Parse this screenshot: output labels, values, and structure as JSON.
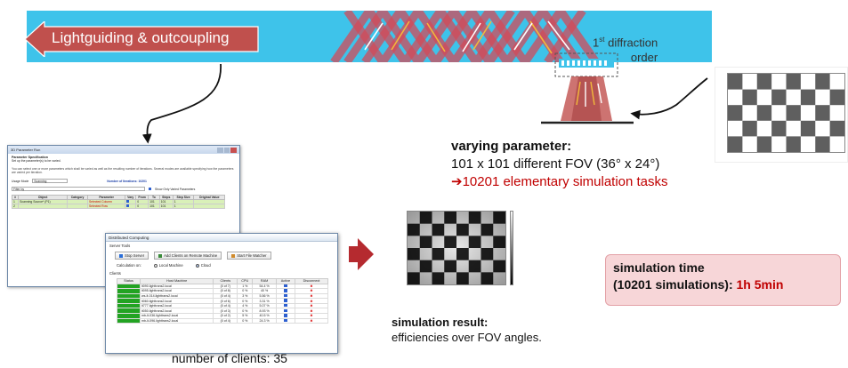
{
  "banner": {
    "label": "Lightguiding & outcoupling",
    "order_sup": "st",
    "order_num": "1",
    "order_line1": "diffraction",
    "order_line2": "order"
  },
  "parameter": {
    "title": "varying parameter:",
    "line1": "101 x 101 different FOV (36° x 24°)",
    "line2": "➔10201 elementary simulation tasks"
  },
  "result": {
    "title": "simulation result:",
    "subtitle": "efficiencies over FOV angles."
  },
  "simulation_time": {
    "line1": "simulation time",
    "line2_prefix": "(10201 simulations): ",
    "line2_value": "1h 5min"
  },
  "clients_caption": "number of clients: 35",
  "parameter_window": {
    "title": "3D Parameter Run",
    "section_title": "Parameter Specification",
    "section_sub": "Set up the parameter(s) to be varied.",
    "info_text": "You can select one or more parameters which shall be varied as well as the resulting number of iterations. Several modes are available specifying how the parameters are varied per iteration.",
    "usage_mode_label": "Usage Mode",
    "usage_mode_value": "Scanning",
    "iterations_label": "Number of Iterations: 10201",
    "filter_placeholder": "Filter by",
    "show_varied_label": "Show Only Varied Parameters",
    "columns": [
      "#",
      "Object",
      "Category",
      "Parameter",
      "Vary",
      "From",
      "To",
      "Steps",
      "Step Size",
      "Original Value"
    ],
    "rows": [
      [
        "1",
        "Scanning Source* (P1)",
        "",
        "Selected Column",
        "",
        "0",
        "101",
        "101",
        "1",
        ""
      ],
      [
        "2",
        "",
        "",
        "Selected Row",
        "",
        "0",
        "101",
        "101",
        "1",
        ""
      ]
    ]
  },
  "distributed_window": {
    "title": "Distributed Computing",
    "server_tools_label": "Server Tools",
    "buttons": [
      "Stop Server",
      "Add Clients on Remote Machine",
      "Start File Watcher"
    ],
    "calc_on_label": "Calculation on:",
    "calc_options": [
      "Local Machine",
      "Cloud"
    ],
    "clients_label": "Clients",
    "columns": [
      "Status",
      "Host Machine",
      "Clients",
      "CPU",
      "RAM",
      "Active",
      "Disconnect"
    ],
    "rows": [
      [
        "lt090.lighttrans2.local",
        "(0 of 7)",
        "1 %",
        "54.4 %"
      ],
      [
        "lt095.lighttrans2.local",
        "(0 of 8)",
        "0 %",
        "40 %"
      ],
      [
        "ws-lt-014.lighttrans2.local",
        "(0 of 4)",
        "3 %",
        "5.56 %"
      ],
      [
        "lt060.lighttrans2.local",
        "(0 of 6)",
        "0 %",
        "3.31 %"
      ],
      [
        "lt777.lighttrans2.local",
        "(0 of 4)",
        "4 %",
        "5.07 %"
      ],
      [
        "lt050.lighttrans2.local",
        "(0 of 3)",
        "0 %",
        "8.93 %"
      ],
      [
        "mb-lt-036.lighttrans2.local",
        "(0 of 2)",
        "5 %",
        "40.5 %"
      ],
      [
        "mb-lt-096.lighttrans2.local",
        "(0 of 4)",
        "0 %",
        "24.3 %"
      ]
    ]
  },
  "colors": {
    "waveguide": "#3ec3ea",
    "arrow_red": "#c0504d",
    "accent_red": "#c00000",
    "sim_box_fill": "#f7d6d8",
    "status_green": "#22a322"
  }
}
